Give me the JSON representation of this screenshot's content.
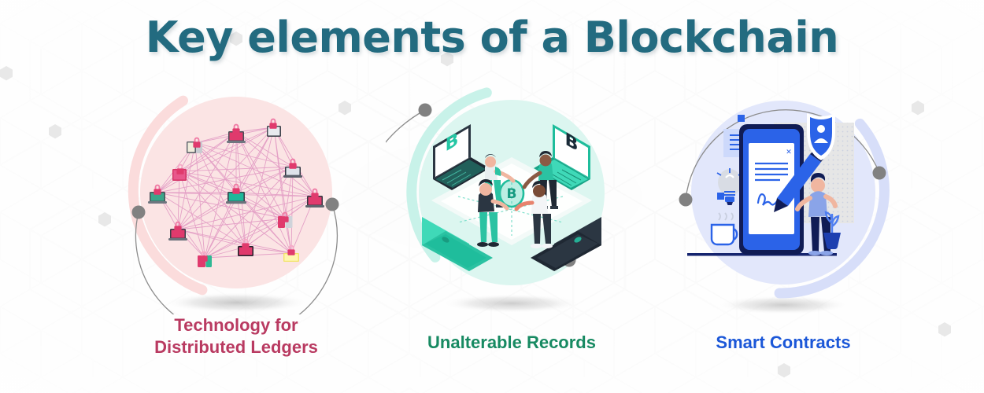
{
  "header": {
    "title": "Key elements of a Blockchain",
    "title_color": "#236b80"
  },
  "background": {
    "style": "isometric-hexagon-cube-pattern",
    "base_color": "#fbfbfb",
    "line_color": "#ededed"
  },
  "panels": [
    {
      "id": "distributed-ledgers",
      "caption": "Technology for\nDistributed Ledgers",
      "caption_color": "#b93a61",
      "disc_color": "#fbe4e4",
      "arc_color": "#fbdcdc",
      "accent_color": "#e03a6d",
      "illustration": "network-of-devices-with-padlocks",
      "node_count": 12,
      "link_color": "#e39ec5"
    },
    {
      "id": "unalterable-records",
      "caption": "Unalterable Records",
      "caption_color": "#178a62",
      "disc_color": "#dcf6f0",
      "arc_color": "#c8f2e9",
      "accent_color": "#24c6a4",
      "illustration": "four-laptops-with-bitcoin-and-people",
      "laptop_count": 4,
      "people_count": 4,
      "coin_symbol": "B"
    },
    {
      "id": "smart-contracts",
      "caption": "Smart Contracts",
      "caption_color": "#1b57d8",
      "disc_color": "#e2e7fb",
      "arc_color": "#d7def9",
      "accent_color": "#2b63e8",
      "illustration": "tablet-contract-signing-with-shield",
      "has_shield_badge": true,
      "has_lightbulb": true,
      "has_coffee_mug": true,
      "has_plant": true,
      "signature_mark": "Cm"
    }
  ],
  "decor": {
    "orbit_line_color": "#8c8c8c",
    "orbit_dot_color": "#818181",
    "shadow_color": "#b9b9b9"
  }
}
